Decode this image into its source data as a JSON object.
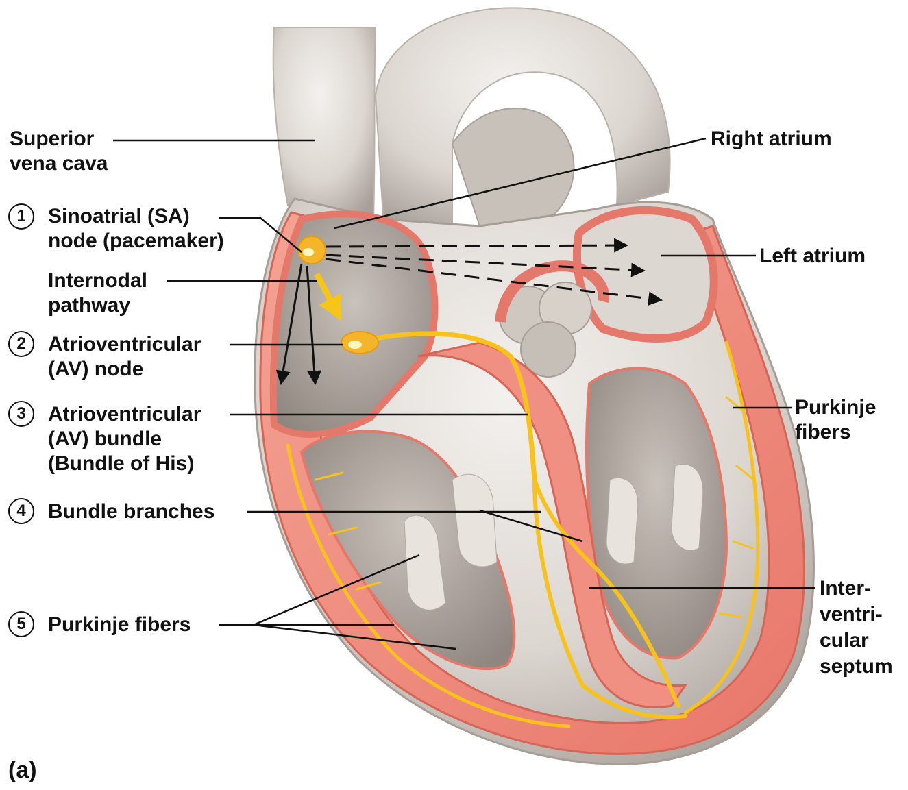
{
  "panel_label": "(a)",
  "labels": {
    "superior_vena_cava": [
      "Superior",
      "vena cava"
    ],
    "right_atrium": [
      "Right atrium"
    ],
    "left_atrium": [
      "Left atrium"
    ],
    "purkinje_fibers_right": [
      "Purkinje",
      "fibers"
    ],
    "interventricular_septum": [
      "Inter-",
      "ventri-",
      "cular",
      "septum"
    ]
  },
  "steps": [
    {
      "number": "1",
      "lines": [
        "Sinoatrial (SA)",
        "node (pacemaker)"
      ]
    },
    {
      "number": "",
      "lines": [
        "Internodal",
        "pathway"
      ]
    },
    {
      "number": "2",
      "lines": [
        "Atrioventricular",
        "(AV) node"
      ]
    },
    {
      "number": "3",
      "lines": [
        "Atrioventricular",
        "(AV) bundle",
        "(Bundle of His)"
      ]
    },
    {
      "number": "4",
      "lines": [
        "Bundle branches"
      ]
    },
    {
      "number": "5",
      "lines": [
        "Purkinje fibers"
      ]
    }
  ],
  "colors": {
    "muscle": "#ef8f80",
    "muscle_dark": "#d9604f",
    "tissue": "#d9d4cf",
    "conduction": "#f7c21b",
    "node": "#f5b52a"
  }
}
